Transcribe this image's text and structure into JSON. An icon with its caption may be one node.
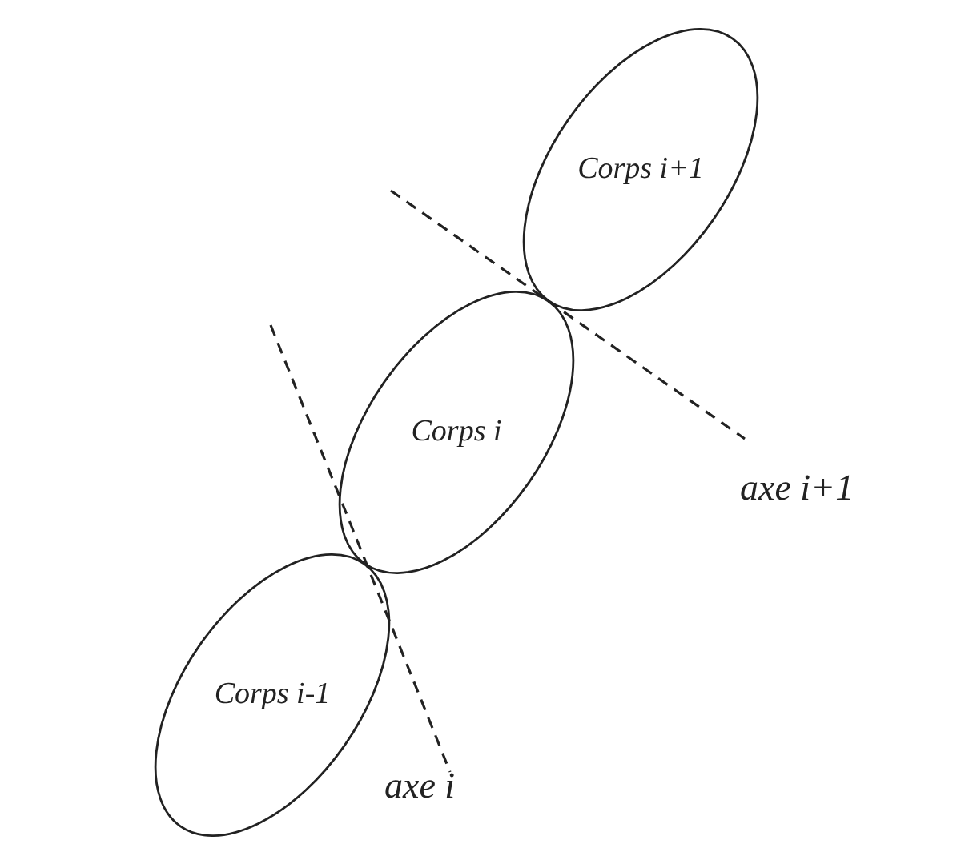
{
  "diagram": {
    "nodes": [
      {
        "text": [
          "Corps i+1"
        ]
      },
      {
        "text": [
          "Corps i"
        ]
      },
      {
        "text": [
          "Corps i-1"
        ]
      }
    ],
    "labels": [
      "axe i+1",
      "axe i"
    ]
  }
}
